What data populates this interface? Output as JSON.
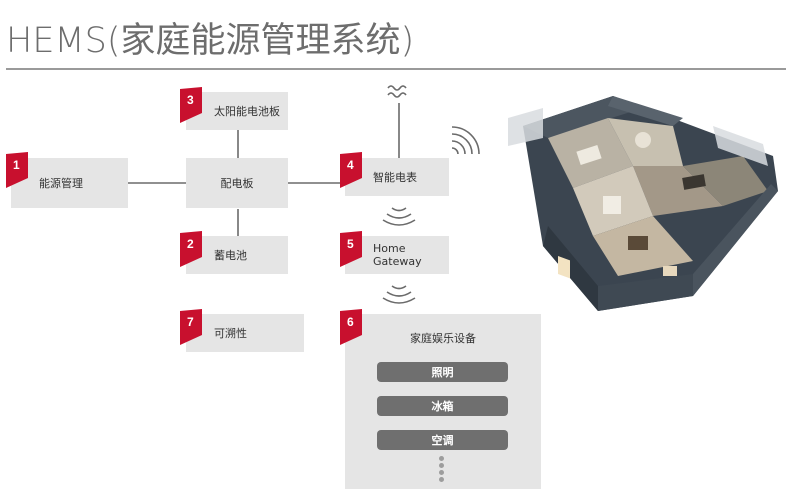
{
  "title": "HEMS(家庭能源管理系统)",
  "nodes": {
    "energy_management": {
      "num": "1",
      "label": "能源管理"
    },
    "battery": {
      "num": "2",
      "label": "蓄电池"
    },
    "solar_panel": {
      "num": "3",
      "label": "太阳能电池板"
    },
    "smart_meter": {
      "num": "4",
      "label": "智能电表"
    },
    "home_gateway": {
      "num": "5",
      "label_line1": "Home",
      "label_line2": "Gateway"
    },
    "home_entertainment": {
      "num": "6",
      "label": "家庭娱乐设备"
    },
    "traceability": {
      "num": "7",
      "label": "可溯性"
    },
    "distribution_board": {
      "label": "配电板"
    }
  },
  "devices": [
    "照明",
    "冰箱",
    "空调"
  ],
  "colors": {
    "badge": "#c8102e",
    "box": "#e5e5e5",
    "pill": "#6f6f6f",
    "line": "#6b6b6b"
  }
}
